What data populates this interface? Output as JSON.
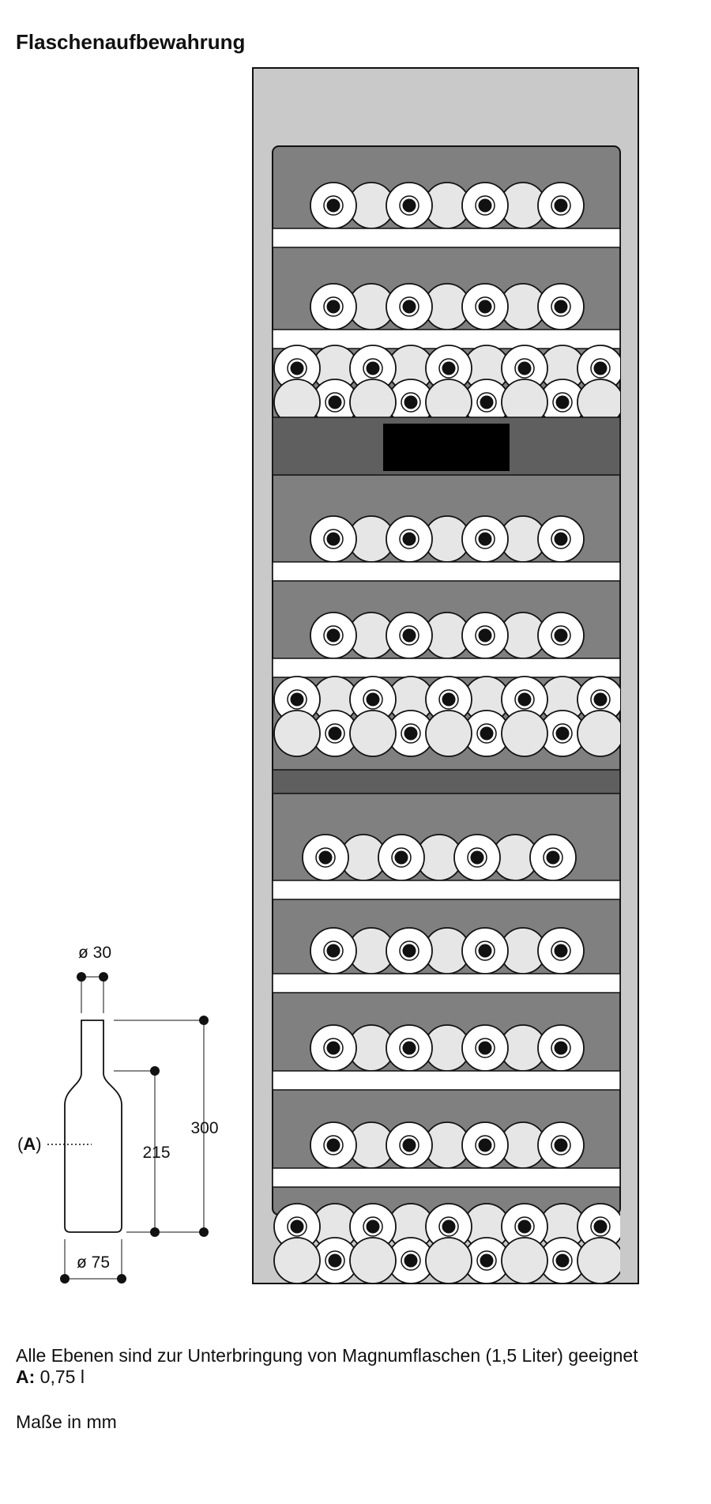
{
  "page": {
    "title": "Flaschenaufbewahrung"
  },
  "bottle": {
    "neck_diameter": "ø 30",
    "base_diameter": "ø 75",
    "total_height": "300",
    "shoulder_height": "215",
    "label_letter": "A",
    "label_open": "(",
    "label_close": ")"
  },
  "notes": {
    "magnum_text": "Alle Ebenen sind zur Unterbringung von Magnumflaschen (1,5 Liter) geeignet",
    "capacity_key": "A:",
    "capacity_value": "0,75 l",
    "units_text": "Maße in mm"
  },
  "colors": {
    "cabinet_frame": "#c9c9c9",
    "interior": "#808080",
    "control_panel": "#5f5f5f",
    "display": "#000000",
    "shelf": "#ffffff",
    "bottle_base": "#e6e6e6",
    "bottle_neck": "#ffffff",
    "line": "#111111"
  },
  "icons": {
    "bottle_end_base": "bottle-base-icon",
    "bottle_end_neck": "bottle-neck-icon"
  },
  "shelves": [
    {
      "rows": 1,
      "count": 7
    },
    {
      "rows": 1,
      "count": 7
    },
    {
      "rows": 2,
      "count": 9
    },
    {
      "rows": 1,
      "count": 7
    },
    {
      "rows": 1,
      "count": 7
    },
    {
      "rows": 2,
      "count": 9
    },
    {
      "rows": 1,
      "count": 7
    },
    {
      "rows": 1,
      "count": 7
    },
    {
      "rows": 1,
      "count": 7
    },
    {
      "rows": 1,
      "count": 7
    },
    {
      "rows": 2,
      "count": 9
    }
  ]
}
